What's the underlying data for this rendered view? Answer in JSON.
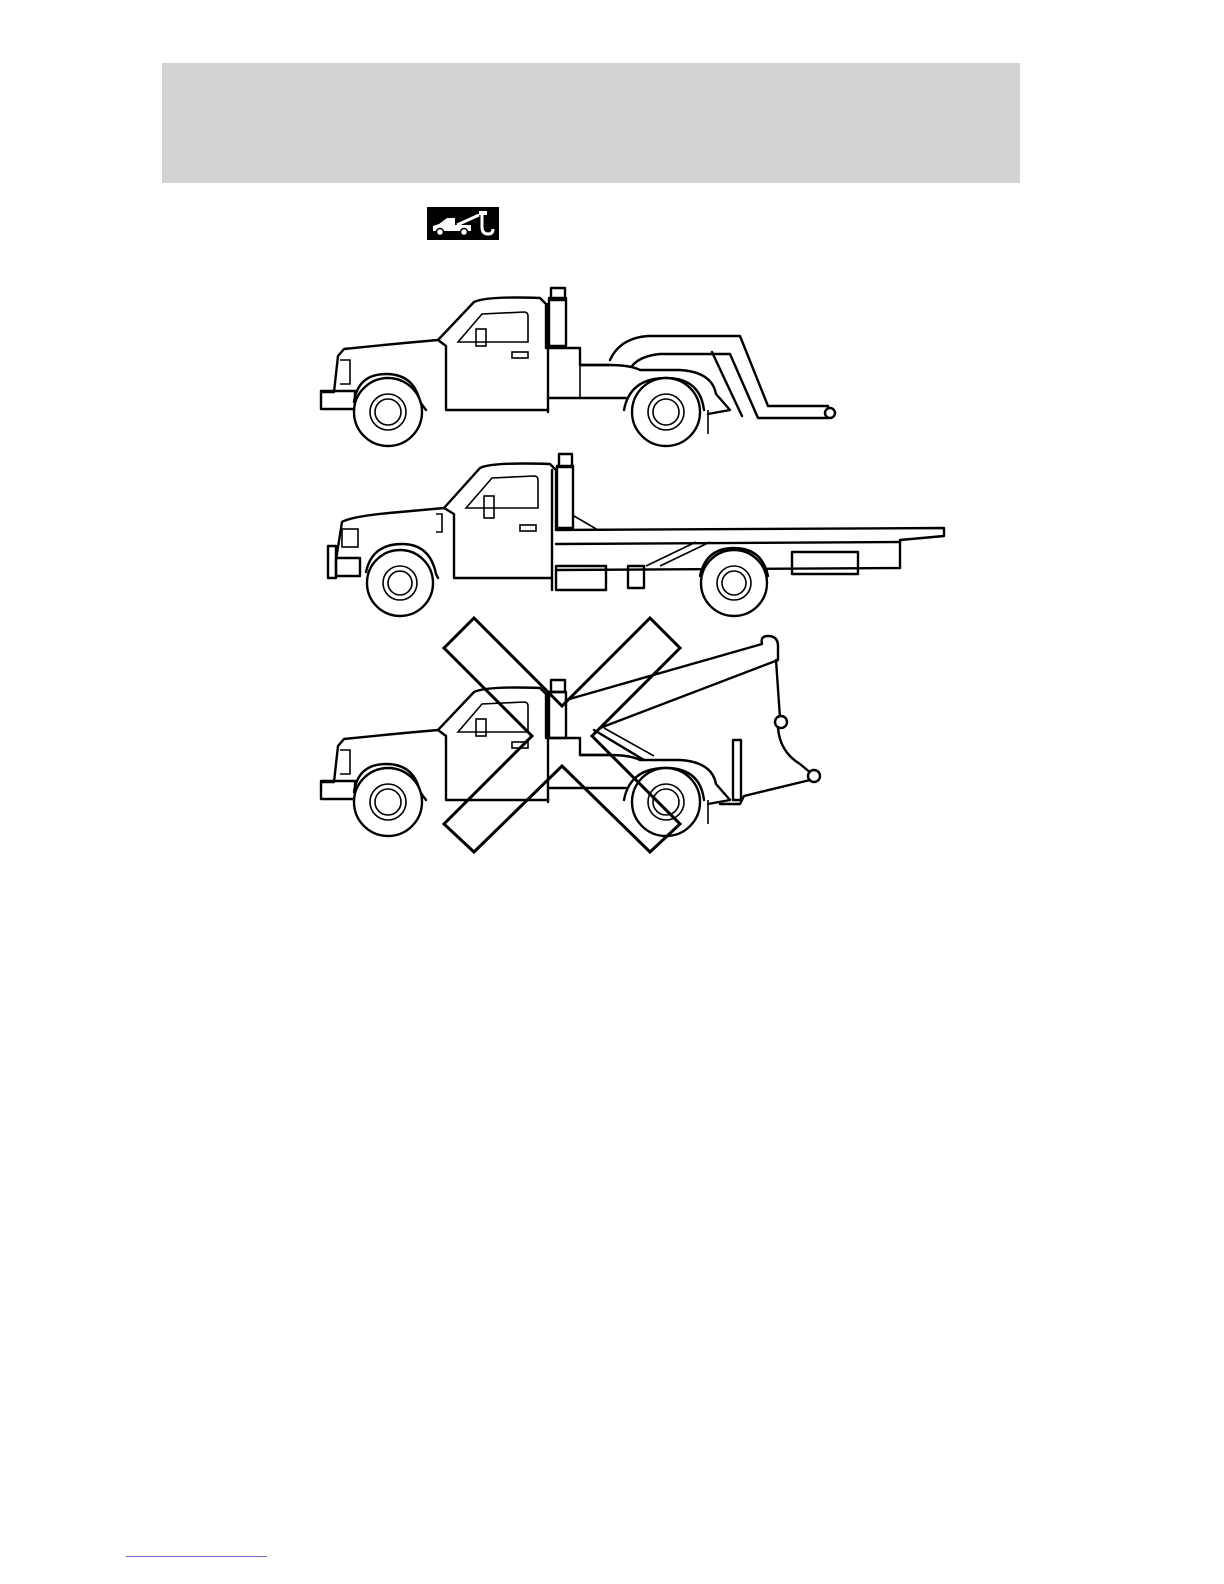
{
  "page": {
    "header_band_color": "#d3d3d3",
    "icon": "tow-truck-icon",
    "illustrations": [
      {
        "id": "wheel-lift-tow-truck",
        "icon": "wheel-lift-truck-drawing"
      },
      {
        "id": "flatbed-tow-truck",
        "icon": "flatbed-truck-drawing"
      },
      {
        "id": "sling-tow-truck",
        "icon": "sling-truck-drawing",
        "marked": "crossed-out-icon"
      }
    ],
    "footer_rule_color": "#6a6ad0"
  }
}
